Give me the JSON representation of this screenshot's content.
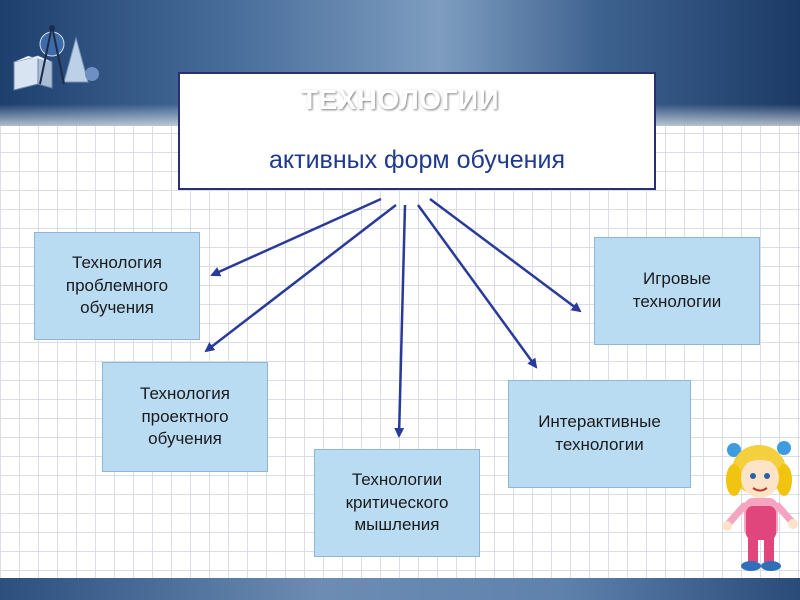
{
  "title": {
    "main": "ТЕХНОЛОГИИ",
    "sub": "активных форм обучения"
  },
  "boxes": [
    {
      "label": "Технология\nпроблемного\nобучения"
    },
    {
      "label": "Технология\nпроектного\nобучения"
    },
    {
      "label": "Технологии\nкритического\nмышления"
    },
    {
      "label": "Интерактивные\nтехнологии"
    },
    {
      "label": "Игровые\nтехнологии"
    }
  ],
  "colors": {
    "arrow": "#2a3a9a",
    "box_fill": "#b9dcf3",
    "title_sub": "#1f3a8a",
    "frame": "#2b2f6f"
  },
  "icons": {
    "top_left": "geometry-compass-icon",
    "bottom_right": "girl-mascot-icon"
  }
}
